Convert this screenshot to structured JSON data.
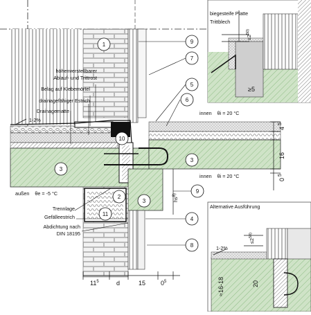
{
  "labels": {
    "hoehenverstellbar_1": "höhenverstellbarer",
    "hoehenverstellbar_2": "Ablauf- und Trittrost",
    "belag": "Belag auf Klebemörtel",
    "estrich": "drainagefähiger Estrich",
    "drainagematte": "Drainagematte",
    "gefaelle_left": "1-2%",
    "aussen_temp_prefix": "außen",
    "aussen_temp_symbol": "θe",
    "aussen_temp_value": "= -5 °C",
    "trennlage": "Trennlage",
    "gefaelleestrich": "Gefälleestrich",
    "abdichtung_1": "Abdichtung nach",
    "abdichtung_2": "DIN 18195",
    "innen_top": "innen",
    "innen_top_theta": "θi",
    "innen_top_value": "= 20 °C",
    "innen_bottom": "innen",
    "innen_bottom_theta": "θi",
    "innen_bottom_value": "= 20 °C",
    "hs_label": "hs",
    "hs_sup": "8)",
    "biegesteife_platte": "biegesteife Platte",
    "trittblech": "Trittblech",
    "ge250_top": "≤2",
    "ge250_top_sup": "50)",
    "ge5": "≥5",
    "alternative": "Alternative Ausführung",
    "ge250_bottom": "≤2",
    "ge250_bottom_sup": "50)",
    "gefaelle_alt": "1-2%",
    "approx_1618": "≈16-18",
    "twenty": "20"
  },
  "callouts": [
    "1",
    "2",
    "3",
    "3",
    "3",
    "4",
    "5",
    "6",
    "7",
    "8",
    "9",
    "9",
    "10",
    "11"
  ],
  "dimensions": {
    "right_4": "4",
    "right_4_sup": "5",
    "right_16": "16",
    "right_0": "0",
    "right_0_sup": "5",
    "bottom_11": "11",
    "bottom_11_sup": "5",
    "bottom_d": "d",
    "bottom_15": "15",
    "bottom_0": "0",
    "bottom_0_sup": "5"
  },
  "colors": {
    "concrete_green": "#cfe3c7",
    "hatch_green": "#8fbd86",
    "brick_grey": "#e4e4e4",
    "insulation_grey": "#d9d9d9",
    "black": "#111111"
  }
}
